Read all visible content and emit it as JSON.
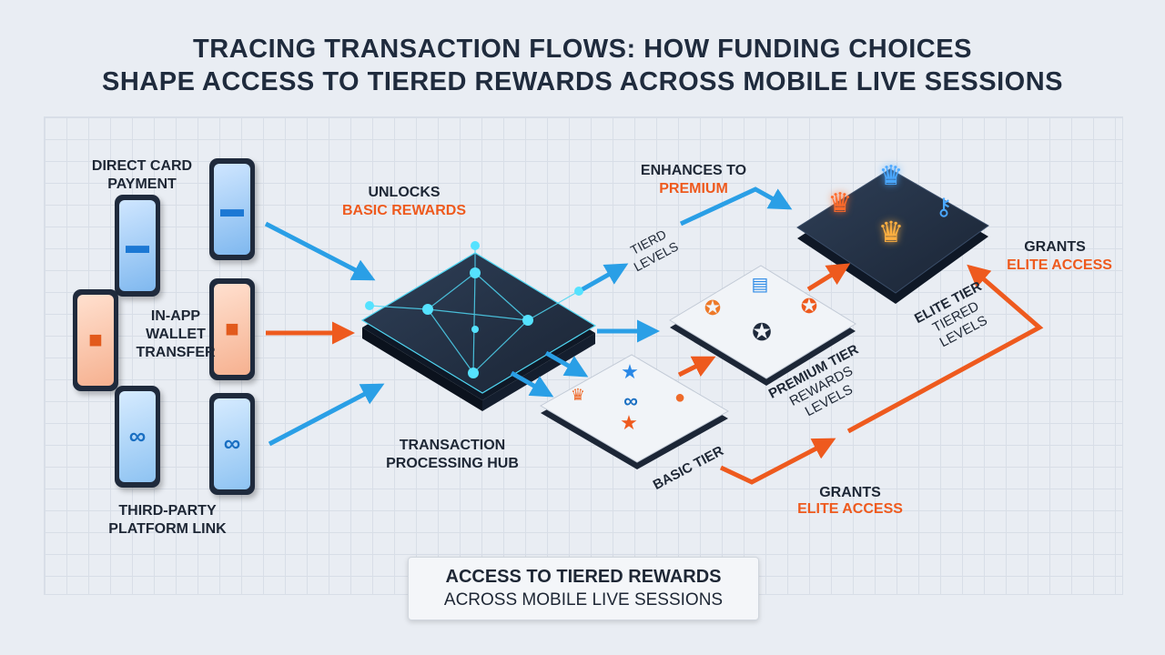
{
  "title": {
    "line1": "TRACING TRANSACTION FLOWS: HOW FUNDING CHOICES",
    "line2": "SHAPE ACCESS TO TIERED REWARDS ACROSS MOBILE LIVE SESSIONS"
  },
  "sources": {
    "card": "DIRECT CARD\nPAYMENT",
    "wallet": "IN-APP\nWALLET\nTRANSFER",
    "third_party": "THIRD-PARTY\nPLATFORM LINK"
  },
  "labels": {
    "unlocks": "UNLOCKS",
    "basic_rewards": "BASIC REWARDS",
    "hub": "TRANSACTION\nPROCESSING HUB",
    "enhances_to": "ENHANCES TO",
    "premium": "PREMIUM",
    "tiered_levels_1": "TIERD\nLEVELS",
    "grants_top": "GRANTS",
    "elite_access_top": "ELITE ACCESS",
    "grants_bottom": "GRANTS",
    "elite_access_bottom": "ELITE ACCESS"
  },
  "tiers": {
    "basic": "BASIC TIER",
    "premium": "PREMIUM TIER",
    "premium_sub": "REWARDS\nLEVELS",
    "elite": "ELITE TIER",
    "elite_sub": "TIERED\nLEVELS"
  },
  "footer": {
    "line1": "ACCESS TO TIERED REWARDS",
    "line2": "ACROSS MOBILE LIVE SESSIONS"
  },
  "colors": {
    "blue": "#2a9fe6",
    "orange": "#ee5a1e",
    "dark": "#1f2a3c"
  },
  "icons": {
    "card": "credit-card-icon",
    "wallet": "wallet-icon",
    "link": "chain-link-icon",
    "crown": "crown-icon",
    "key": "key-icon",
    "medal": "medal-icon",
    "star": "star-icon",
    "coin": "coin-icon"
  }
}
